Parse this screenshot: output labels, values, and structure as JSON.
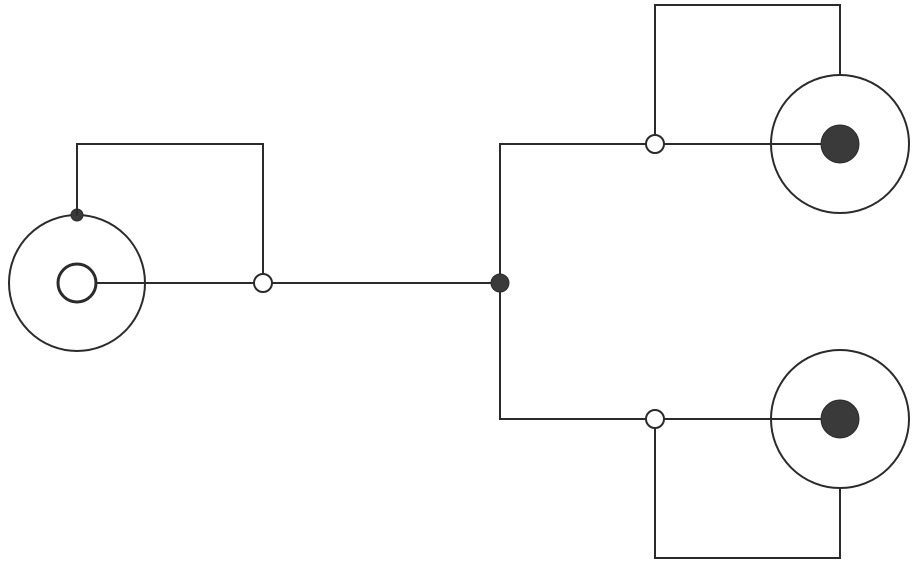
{
  "diagram": {
    "kind": "splitter-schematic",
    "colors": {
      "line": "#2b2b2b",
      "fill": "#3a3a3a",
      "background": "#ffffff"
    },
    "connectors": [
      {
        "id": "input",
        "center": "hollow"
      },
      {
        "id": "output-top",
        "center": "solid"
      },
      {
        "id": "output-bottom",
        "center": "solid"
      }
    ],
    "junctions": [
      {
        "id": "input-signal-junction",
        "style": "hollow"
      },
      {
        "id": "split-junction",
        "style": "solid"
      },
      {
        "id": "top-signal-junction",
        "style": "hollow"
      },
      {
        "id": "bottom-signal-junction",
        "style": "hollow"
      }
    ]
  }
}
